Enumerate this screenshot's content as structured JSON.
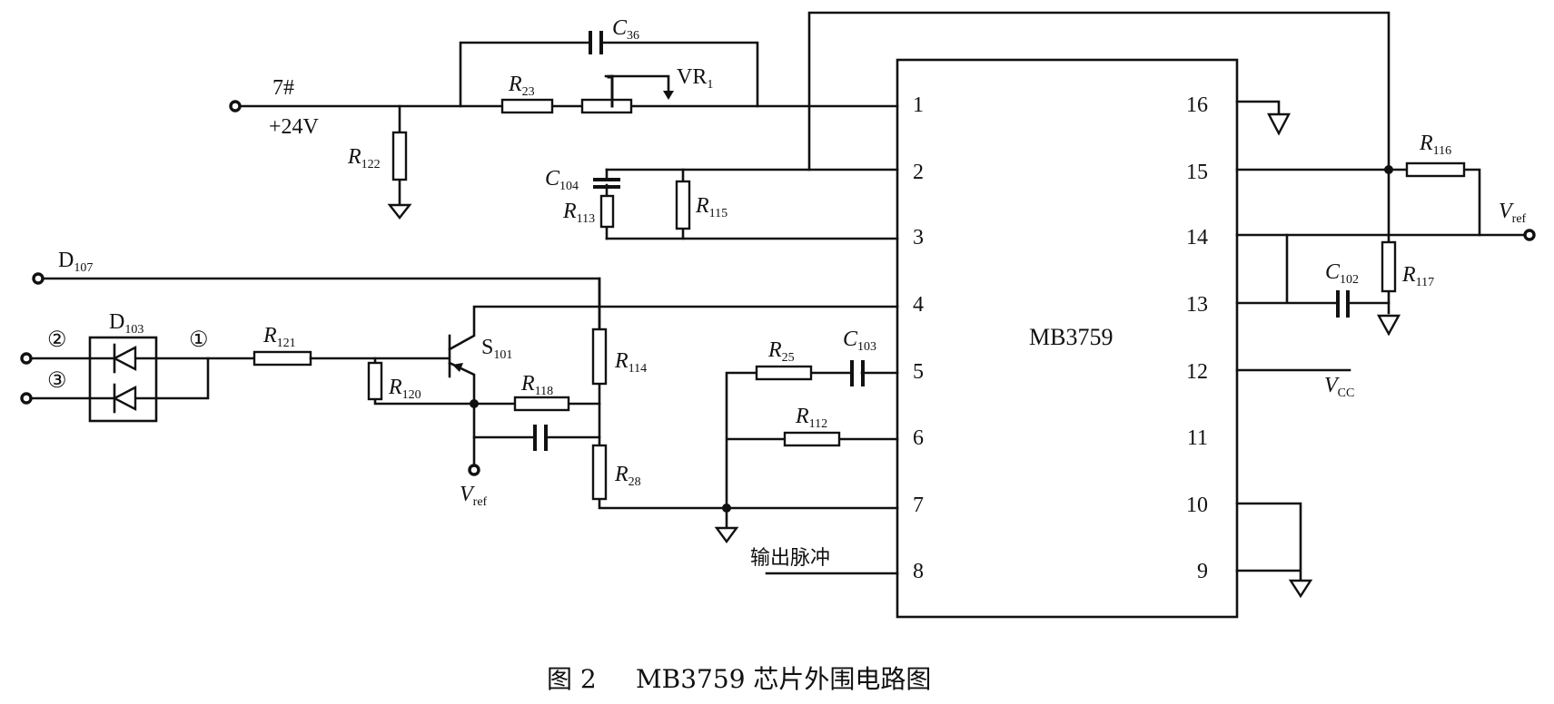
{
  "figure": {
    "caption_prefix": "图 2",
    "caption_title": "MB3759 芯片外围电路图"
  },
  "chip": {
    "name": "MB3759",
    "left_pins": [
      "1",
      "2",
      "3",
      "4",
      "5",
      "6",
      "7",
      "8"
    ],
    "right_pins": [
      "16",
      "15",
      "14",
      "13",
      "12",
      "11",
      "10",
      "9"
    ]
  },
  "components": {
    "C36": {
      "sym": "C",
      "sub": "36"
    },
    "R23": {
      "sym": "R",
      "sub": "23"
    },
    "VR1": {
      "sym": "VR",
      "sub": "1"
    },
    "R122": {
      "sym": "R",
      "sub": "122"
    },
    "C104": {
      "sym": "C",
      "sub": "104"
    },
    "R113": {
      "sym": "R",
      "sub": "113"
    },
    "R115": {
      "sym": "R",
      "sub": "115"
    },
    "D107": {
      "sym": "D",
      "sub": "107"
    },
    "D103": {
      "sym": "D",
      "sub": "103"
    },
    "R121": {
      "sym": "R",
      "sub": "121"
    },
    "R120": {
      "sym": "R",
      "sub": "120"
    },
    "S101": {
      "sym": "S",
      "sub": "101"
    },
    "R118": {
      "sym": "R",
      "sub": "118"
    },
    "R114": {
      "sym": "R",
      "sub": "114"
    },
    "R28": {
      "sym": "R",
      "sub": "28"
    },
    "R25": {
      "sym": "R",
      "sub": "25"
    },
    "C103": {
      "sym": "C",
      "sub": "103"
    },
    "R112": {
      "sym": "R",
      "sub": "112"
    },
    "R116": {
      "sym": "R",
      "sub": "116"
    },
    "R117": {
      "sym": "R",
      "sub": "117"
    },
    "C102": {
      "sym": "C",
      "sub": "102"
    }
  },
  "nets": {
    "input_name": "7#",
    "input_voltage": "+24V",
    "vref_sym": "V",
    "vref_sub": "ref",
    "vcc_sym": "V",
    "vcc_sub": "CC",
    "output_pulse": "输出脉冲",
    "diode_pin1": "①",
    "diode_pin2": "②",
    "diode_pin3": "③"
  }
}
